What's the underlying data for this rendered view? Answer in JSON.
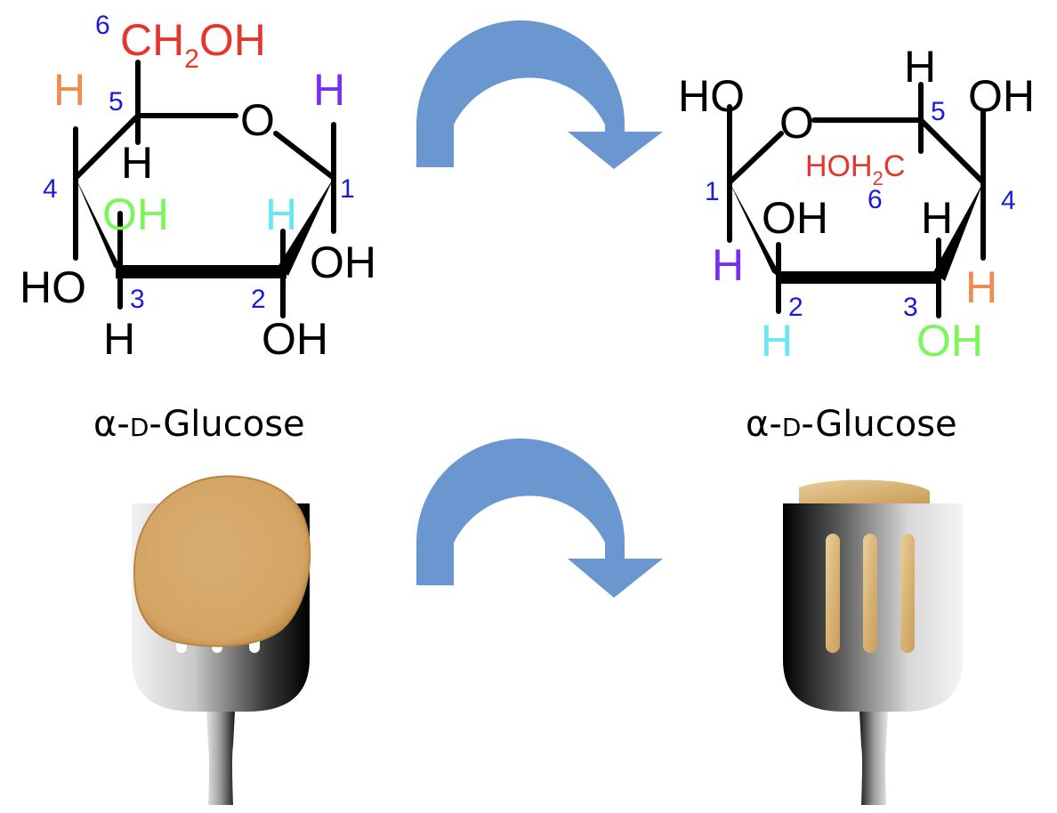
{
  "colors": {
    "black": "#000000",
    "red": "#e8352b",
    "blue": "#1a1adb",
    "orange": "#ee8a52",
    "purple": "#7a2ff0",
    "cyan": "#66e8f2",
    "green": "#7ef55b",
    "arrow": "#6a97cf",
    "pancake": "#d6a868"
  },
  "left_molecule": {
    "c6_number": "6",
    "c6_group_1": "CH",
    "c6_group_sub": "2",
    "c6_group_2": "OH",
    "c5_number": "5",
    "c5_h_up": "H",
    "c5_h_down": "H",
    "ring_o": "O",
    "c1_h": "H",
    "c1_number": "1",
    "c1_oh": "OH",
    "c4_number": "4",
    "c4_oh": "OH",
    "c4_ho": "HO",
    "c3_number": "3",
    "c3_h": "H",
    "c2_number": "2",
    "c2_h": "H",
    "c2_oh": "OH",
    "name_alpha": "α-",
    "name_d": "D",
    "name_rest": "-Glucose"
  },
  "right_molecule": {
    "c1_ho": "HO",
    "ring_o": "O",
    "c5_h": "H",
    "c5_number": "5",
    "c4_oh": "OH",
    "c6_group_1": "HOH",
    "c6_group_sub": "2",
    "c6_group_2": "C",
    "c6_number": "6",
    "c1_number": "1",
    "c4_number": "4",
    "c2_oh": "OH",
    "c3_h": "H",
    "c1_h": "H",
    "c4_h": "H",
    "c2_number": "2",
    "c3_number": "3",
    "c2_h": "H",
    "c3_oh": "OH",
    "name_alpha": "α-",
    "name_d": "D",
    "name_rest": "-Glucose"
  }
}
